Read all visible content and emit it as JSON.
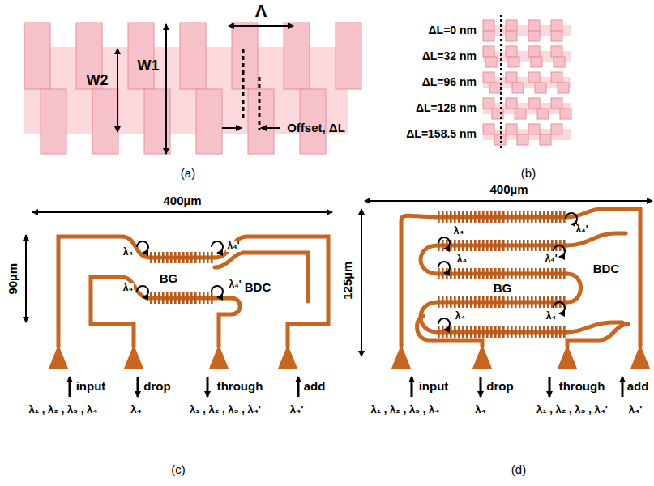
{
  "diagram": {
    "labels": [
      "Λ",
      "W2",
      "W1",
      "Offset, ΔL",
      "(a)",
      "ΔL=0 nm",
      "ΔL=32 nm",
      "ΔL=96 nm",
      "ΔL=128 nm",
      "ΔL=158.5 nm",
      "(b)",
      "400µm",
      "90µm",
      "BG",
      "BDC",
      "λ₄",
      "λ₄'",
      "λ₄",
      "λ₄'",
      "input",
      "drop",
      "through",
      "add",
      "λ₁ , λ₂ , λ₃ , λ₄",
      "λ₄",
      "λ₁ , λ₂ , λ₃ , λ₄'",
      "λ₄'",
      "(c)",
      "400µm",
      "125µm",
      "BDC",
      "BG",
      "λ₄'",
      "λ₄",
      "λ₄'",
      "λ₄",
      "λ₄",
      "λ₄",
      "input",
      "drop",
      "through",
      "add",
      "λ₁ , λ₂ , λ₃ , λ₄",
      "λ₄",
      "λ₁ , λ₂ , λ₃ , λ₄'",
      "λ₄'",
      "(d)"
    ]
  }
}
